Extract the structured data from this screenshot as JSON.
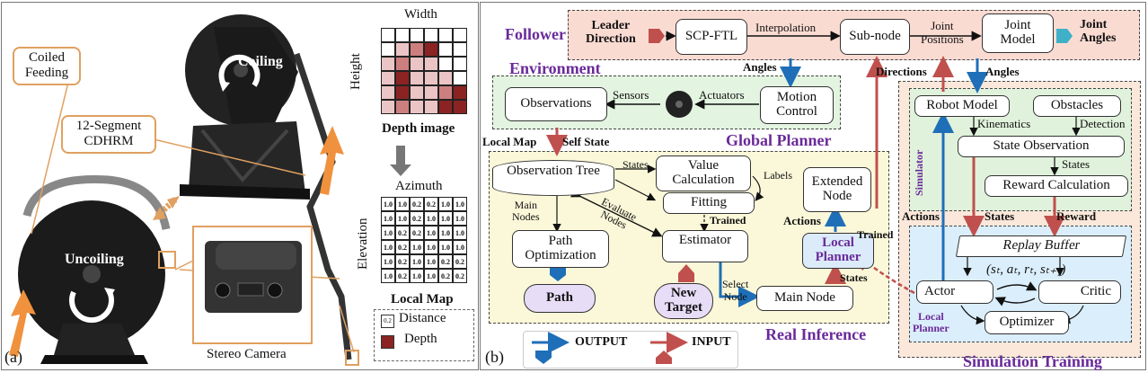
{
  "left": {
    "panel_label": "(a)",
    "coiled_feeding": "Coiled\nFeeding",
    "segment": "12-Segment\nCDHRM",
    "coiling": "Coiling",
    "uncoiling": "Uncoiling",
    "stereo_camera": "Stereo Camera",
    "width": "Width",
    "height": "Height",
    "depth_image": "Depth image",
    "azimuth": "Azimuth",
    "elevation": "Elevation",
    "local_map": "Local Map",
    "legend_value": "0.2",
    "legend_distance": "Distance",
    "legend_depth": "Depth",
    "depth_grid": [
      [
        0,
        0,
        0,
        0,
        0,
        0
      ],
      [
        0,
        1,
        2,
        3,
        0,
        0
      ],
      [
        1,
        2,
        1,
        1,
        0,
        0
      ],
      [
        1,
        3,
        1,
        1,
        1,
        0
      ],
      [
        1,
        3,
        1,
        1,
        2,
        3
      ],
      [
        1,
        2,
        1,
        1,
        3,
        3
      ]
    ],
    "map_grid": [
      [
        "1.0",
        "1.0",
        "0.2",
        "0.2",
        "1.0",
        "1.0"
      ],
      [
        "1.0",
        "1.0",
        "0.2",
        "1.0",
        "1.0",
        "1.0"
      ],
      [
        "1.0",
        "0.2",
        "0.2",
        "1.0",
        "1.0",
        "1.0"
      ],
      [
        "1.0",
        "0.2",
        "1.0",
        "1.0",
        "1.0",
        "1.0"
      ],
      [
        "1.0",
        "0.2",
        "1.0",
        "1.0",
        "0.2",
        "0.2"
      ],
      [
        "1.0",
        "0.2",
        "1.0",
        "1.0",
        "0.2",
        "0.2"
      ]
    ],
    "colors": {
      "dark": "#8b2323",
      "mid": "#cd7f7f",
      "light": "#ebc5c5"
    }
  },
  "right": {
    "panel_label": "(b)",
    "follower": "Follower",
    "leader_direction": "Leader\nDirection",
    "scp_ftl": "SCP-FTL",
    "interpolation": "Interpolation",
    "sub_node": "Sub-node",
    "joint_positions": "Joint\nPositions",
    "joint_model": "Joint\nModel",
    "joint_angles": "Joint\nAngles",
    "environment": "Environment",
    "angles": "Angles",
    "observations": "Observations",
    "sensors": "Sensors",
    "actuators": "Actuators",
    "motion_control": "Motion\nControl",
    "directions": "Directions",
    "angles2": "Angles",
    "local_map": "Local Map",
    "self_state": "Self State",
    "global_planner": "Global Planner",
    "observation_tree": "Observation Tree",
    "states": "States",
    "value_calc": "Value\nCalculation",
    "labels": "Labels",
    "fitting": "Fitting",
    "trained": "Trained",
    "extended_node": "Extended\nNode",
    "main_nodes": "Main\nNodes",
    "evaluate_nodes": "Evaluate\nNodes",
    "path_opt": "Path\nOptimization",
    "estimator": "Estimator",
    "actions": "Actions",
    "local_planner": "Local\nPlanner",
    "trained2": "Trained",
    "states2": "States",
    "path": "Path",
    "new_target": "New\nTarget",
    "select_node": "Select\nNode",
    "main_node": "Main Node",
    "real_inference": "Real Inference",
    "output": "OUTPUT",
    "input": "INPUT",
    "robot_model": "Robot Model",
    "obstacles": "Obstacles",
    "kinematics": "Kinematics",
    "detection": "Detection",
    "state_observation": "State Observation",
    "states3": "States",
    "reward_calc": "Reward Calculation",
    "simulator": "Simulator",
    "actions2": "Actions",
    "states4": "States",
    "reward": "Reward",
    "replay_buffer": "Replay Buffer",
    "tuple": "(sₜ, aₜ, rₜ, sₜ₊₁)",
    "actor": "Actor",
    "critic": "Critic",
    "optimizer": "Optimizer",
    "local_planner2": "Local\nPlanner",
    "simulation_training": "Simulation Training",
    "colors": {
      "blue": "#1f6fb8",
      "red": "#c0504d",
      "purple": "#6a2a9a",
      "follower_bg": "#fadbd2",
      "env_bg": "#e3f4e0",
      "real_bg": "#fbf8d9",
      "sim_bg": "#fbe8da",
      "green_bg": "#e0f2dc",
      "blue_bg": "#dbeefb",
      "lp_bg": "#dcebfa"
    }
  }
}
